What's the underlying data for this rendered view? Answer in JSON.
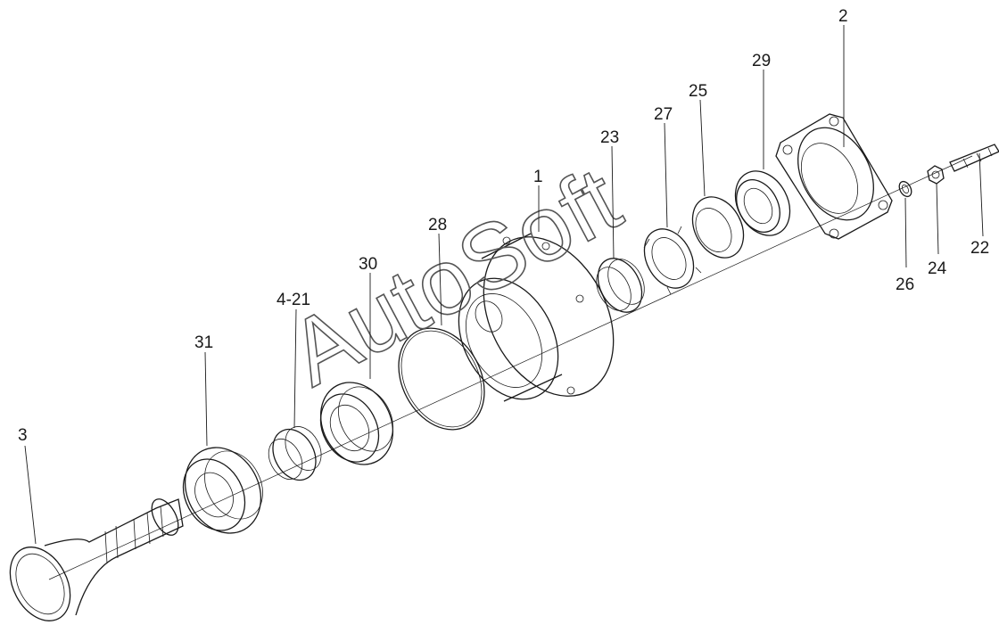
{
  "watermark": "AutoSoft",
  "callouts": [
    {
      "id": "c3",
      "text": "3"
    },
    {
      "id": "c31",
      "text": "31"
    },
    {
      "id": "c421",
      "text": "4-21"
    },
    {
      "id": "c30",
      "text": "30"
    },
    {
      "id": "c28",
      "text": "28"
    },
    {
      "id": "c1",
      "text": "1"
    },
    {
      "id": "c23",
      "text": "23"
    },
    {
      "id": "c27",
      "text": "27"
    },
    {
      "id": "c25",
      "text": "25"
    },
    {
      "id": "c29",
      "text": "29"
    },
    {
      "id": "c2",
      "text": "2"
    },
    {
      "id": "c26",
      "text": "26"
    },
    {
      "id": "c24",
      "text": "24"
    },
    {
      "id": "c22",
      "text": "22"
    }
  ]
}
